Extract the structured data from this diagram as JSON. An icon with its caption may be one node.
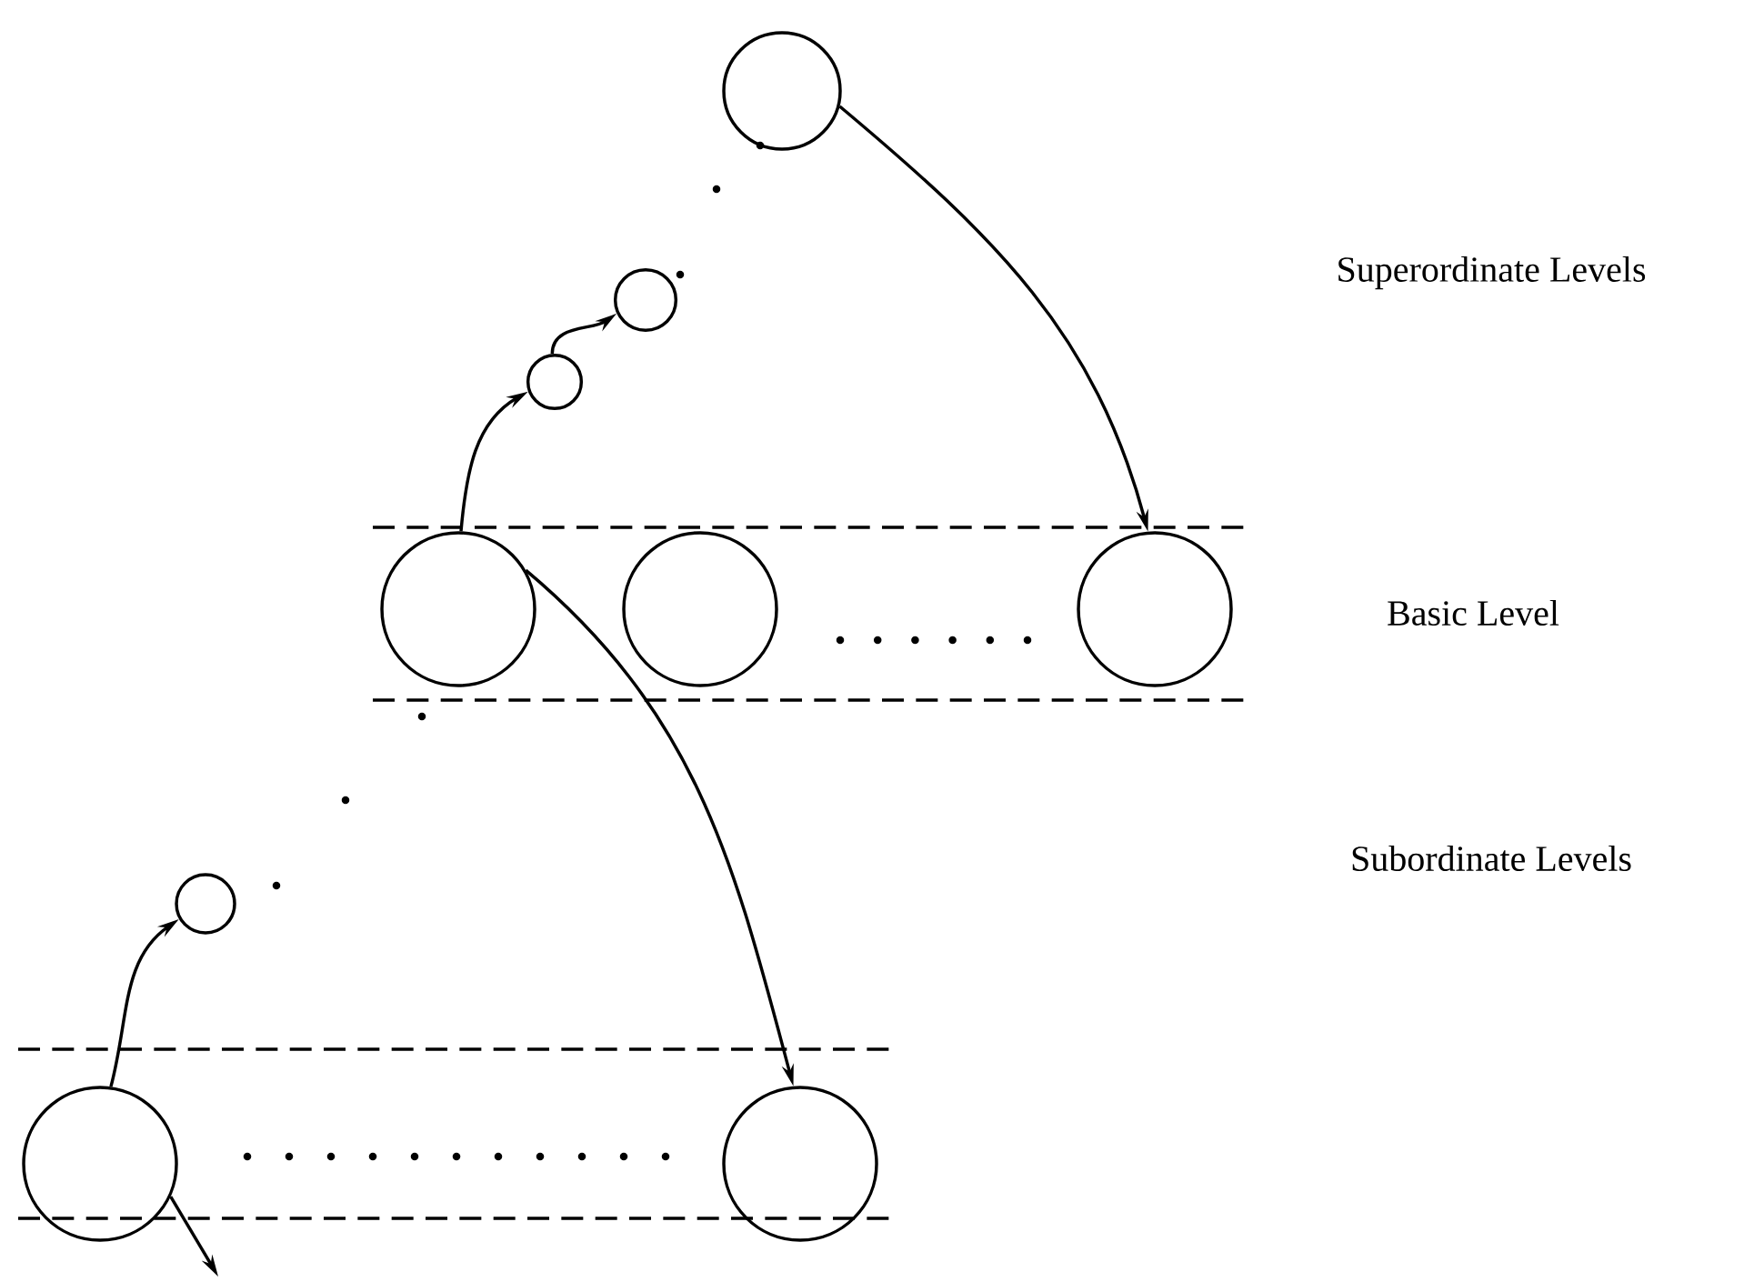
{
  "diagram": {
    "nodes": [
      {
        "text": [],
        "shape": "circle"
      },
      {
        "text": [],
        "shape": "circle"
      },
      {
        "text": [],
        "shape": "circle"
      },
      {
        "text": [],
        "shape": "circle"
      },
      {
        "text": [],
        "shape": "circle"
      },
      {
        "text": [],
        "shape": "circle"
      },
      {
        "text": [],
        "shape": "circle"
      },
      {
        "text": [],
        "shape": "circle"
      },
      {
        "text": [],
        "shape": "circle"
      }
    ],
    "edges": [
      {
        "from": 0,
        "to": 5,
        "arrow": "to"
      },
      {
        "from": 3,
        "to": 2,
        "arrow": "to"
      },
      {
        "from": 2,
        "to": 1,
        "arrow": "to"
      },
      {
        "from": 3,
        "to": 8,
        "arrow": "to"
      },
      {
        "from": 7,
        "to": 6,
        "arrow": "to"
      },
      {
        "from": 7,
        "to": null,
        "arrow": "to"
      }
    ],
    "labels": [
      "Superordinate Levels",
      "Basic Level",
      "Subordinate Levels"
    ]
  }
}
